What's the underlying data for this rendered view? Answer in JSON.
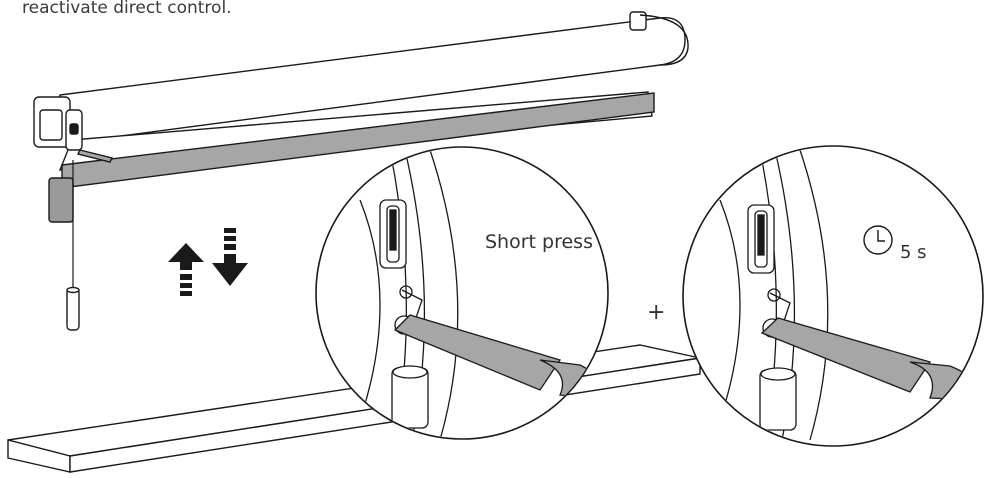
{
  "caption": {
    "line2": "reactivate direct control."
  },
  "zoom_left": {
    "label": "Short press"
  },
  "zoom_right": {
    "label": "5 s",
    "icon": "clock-icon"
  },
  "connector": "+",
  "colors": {
    "line": "#1a1a1a",
    "fabric": "#a6a6a6",
    "rail": "#888888",
    "arrow": "#1a1a1a"
  }
}
